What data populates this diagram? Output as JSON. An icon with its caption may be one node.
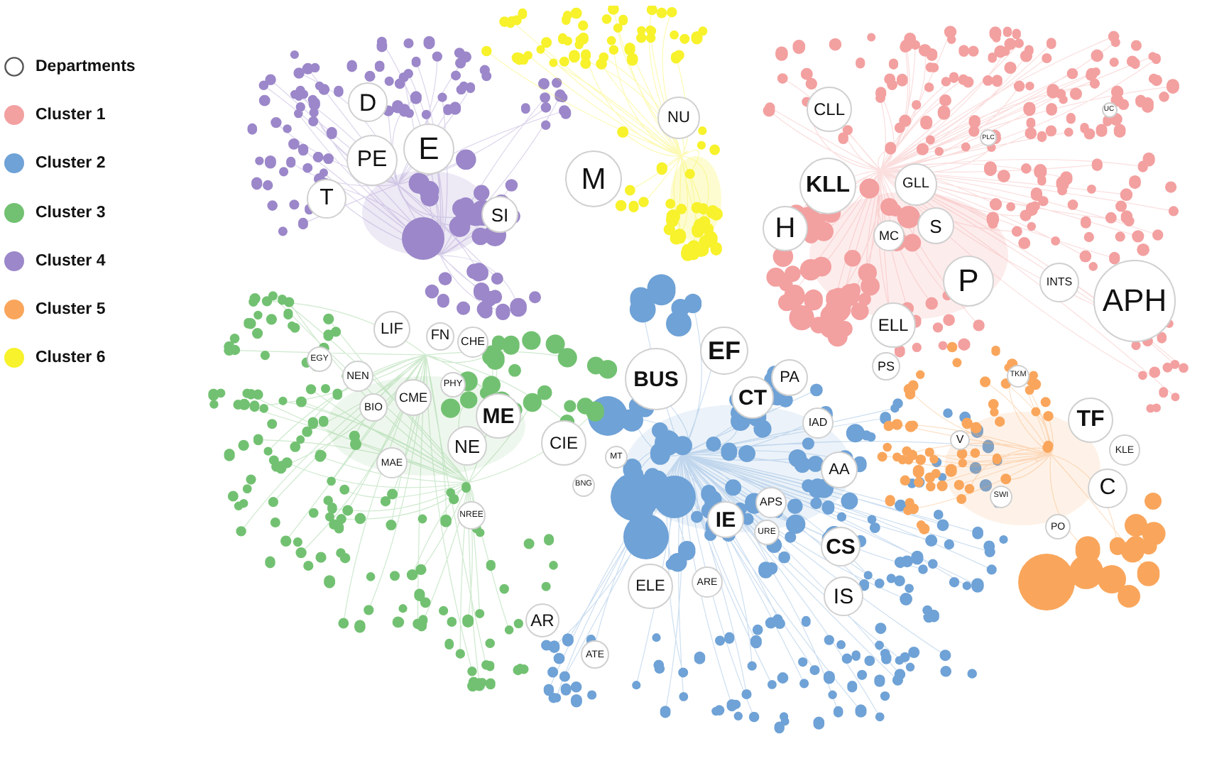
{
  "diagram": {
    "nodes": [
      {
        "text": [
          "D"
        ]
      },
      {
        "text": [
          "NU"
        ]
      },
      {
        "text": [
          "CLL"
        ]
      },
      {
        "text": [
          "UC"
        ]
      },
      {
        "text": [
          "PLC"
        ]
      },
      {
        "text": [
          "E"
        ]
      },
      {
        "text": [
          "PE"
        ]
      },
      {
        "text": [
          "M"
        ]
      },
      {
        "text": [
          "KLL"
        ]
      },
      {
        "text": [
          "GLL"
        ]
      },
      {
        "text": [
          "T"
        ]
      },
      {
        "text": [
          "SI"
        ]
      },
      {
        "text": [
          "H"
        ]
      },
      {
        "text": [
          "S"
        ]
      },
      {
        "text": [
          "MC"
        ]
      },
      {
        "text": [
          "P"
        ]
      },
      {
        "text": [
          "INTS"
        ]
      },
      {
        "text": [
          "APH"
        ]
      },
      {
        "text": [
          "ELL"
        ]
      },
      {
        "text": [
          "LIF"
        ]
      },
      {
        "text": [
          "FN"
        ]
      },
      {
        "text": [
          "CHE"
        ]
      },
      {
        "text": [
          "EF"
        ]
      },
      {
        "text": [
          "EGY"
        ]
      },
      {
        "text": [
          "PS"
        ]
      },
      {
        "text": [
          "NEN"
        ]
      },
      {
        "text": [
          "BUS"
        ]
      },
      {
        "text": [
          "PA"
        ]
      },
      {
        "text": [
          "TKM"
        ]
      },
      {
        "text": [
          "PHY"
        ]
      },
      {
        "text": [
          "CME"
        ]
      },
      {
        "text": [
          "CT"
        ]
      },
      {
        "text": [
          "BIO"
        ]
      },
      {
        "text": [
          "ME"
        ]
      },
      {
        "text": [
          "TF"
        ]
      },
      {
        "text": [
          "IAD"
        ]
      },
      {
        "text": [
          "V"
        ]
      },
      {
        "text": [
          "NE"
        ]
      },
      {
        "text": [
          "CIE"
        ]
      },
      {
        "text": [
          "KLE"
        ]
      },
      {
        "text": [
          "MT"
        ]
      },
      {
        "text": [
          "MAE"
        ]
      },
      {
        "text": [
          "AA"
        ]
      },
      {
        "text": [
          "BNG"
        ]
      },
      {
        "text": [
          "C"
        ]
      },
      {
        "text": [
          "SWI"
        ]
      },
      {
        "text": [
          "APS"
        ]
      },
      {
        "text": [
          "NREE"
        ]
      },
      {
        "text": [
          "IE"
        ]
      },
      {
        "text": [
          "PO"
        ]
      },
      {
        "text": [
          "URE"
        ]
      },
      {
        "text": [
          "CS"
        ]
      },
      {
        "text": [
          "ARE"
        ]
      },
      {
        "text": [
          "ELE"
        ]
      },
      {
        "text": [
          "IS"
        ]
      },
      {
        "text": [
          "AR"
        ]
      },
      {
        "text": [
          "ATE"
        ]
      }
    ],
    "legend": [
      {
        "text": "Departments"
      },
      {
        "text": "Cluster 1",
        "color": "#f3a0a0"
      },
      {
        "text": "Cluster 2",
        "color": "#6fa2d6"
      },
      {
        "text": "Cluster 3",
        "color": "#72c172"
      },
      {
        "text": "Cluster 4",
        "color": "#9b87c9"
      },
      {
        "text": "Cluster 5",
        "color": "#f9a65c"
      },
      {
        "text": "Cluster 6",
        "color": "#f7f22b"
      }
    ]
  }
}
